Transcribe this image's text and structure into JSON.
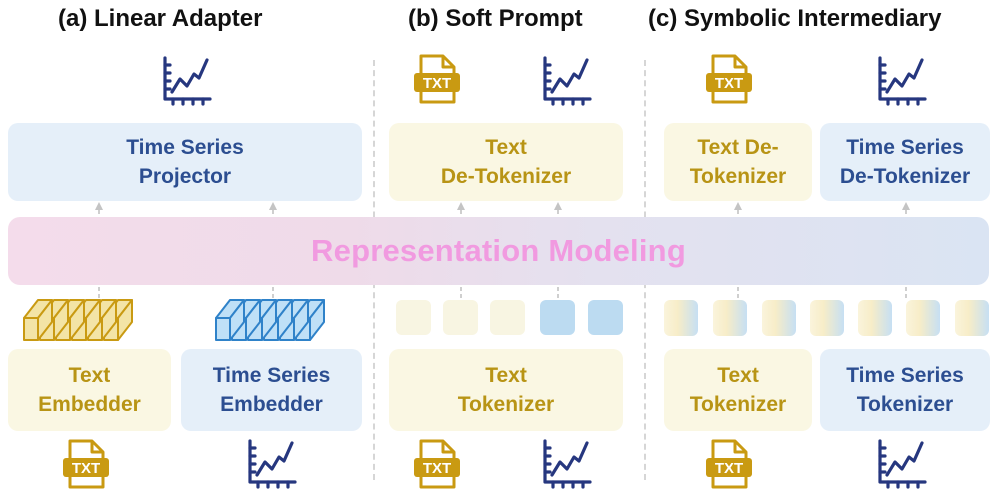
{
  "panels": {
    "a": {
      "title": "(a)  Linear Adapter",
      "projector": [
        "Time Series",
        "Projector"
      ],
      "text_embedder": [
        "Text",
        "Embedder"
      ],
      "ts_embedder": [
        "Time Series",
        "Embedder"
      ]
    },
    "b": {
      "title": "(b) Soft Prompt",
      "detokenizer": [
        "Text",
        "De-Tokenizer"
      ],
      "tokenizer": [
        "Text",
        "Tokenizer"
      ]
    },
    "c": {
      "title": "(c) Symbolic Intermediary",
      "text_detokenizer": [
        "Text De-",
        "Tokenizer"
      ],
      "ts_detokenizer": [
        "Time Series",
        "De-Tokenizer"
      ],
      "text_tokenizer": [
        "Text",
        "Tokenizer"
      ],
      "ts_tokenizer": [
        "Time Series",
        "Tokenizer"
      ]
    }
  },
  "band_label": "Representation Modeling",
  "icon_text": "TXT",
  "colors": {
    "blue_box": "#e5eff9",
    "blue_text": "#2c4e91",
    "yellow_box": "#faf7e3",
    "yellow_text": "#b89415",
    "band_text": "#f19ae0",
    "icon_gold": "#c99a12",
    "icon_navy": "#26377f"
  }
}
